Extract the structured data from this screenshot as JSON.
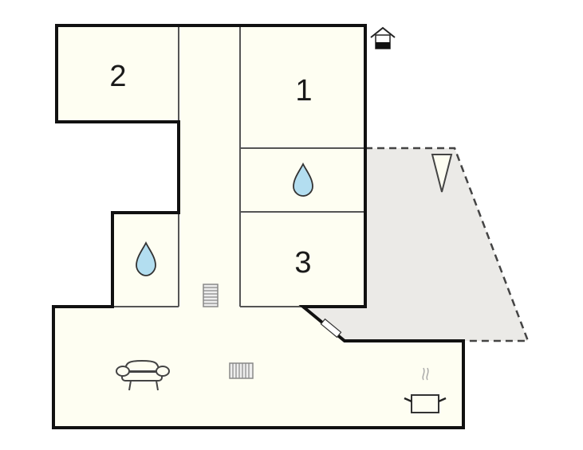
{
  "floorplan": {
    "colors": {
      "floor": "#fefef2",
      "terrace": "#ebeae7",
      "wall_outer": "#111111",
      "wall_inner": "#555555",
      "water": "#b3def0",
      "background": "#ffffff"
    },
    "rooms": [
      {
        "id": "bedroom-1",
        "label": "1"
      },
      {
        "id": "bedroom-2",
        "label": "2"
      },
      {
        "id": "bedroom-3",
        "label": "3"
      }
    ],
    "icons": [
      {
        "name": "entrance-icon",
        "meaning": "entrance"
      },
      {
        "name": "water-drop-icon",
        "meaning": "bathroom"
      },
      {
        "name": "water-drop-icon",
        "meaning": "bathroom"
      },
      {
        "name": "heater-icon",
        "meaning": "radiator"
      },
      {
        "name": "heater-icon",
        "meaning": "radiator"
      },
      {
        "name": "armchair-icon",
        "meaning": "living room"
      },
      {
        "name": "cooking-pot-icon",
        "meaning": "kitchen"
      },
      {
        "name": "sun-lounger-icon",
        "meaning": "terrace"
      }
    ]
  }
}
